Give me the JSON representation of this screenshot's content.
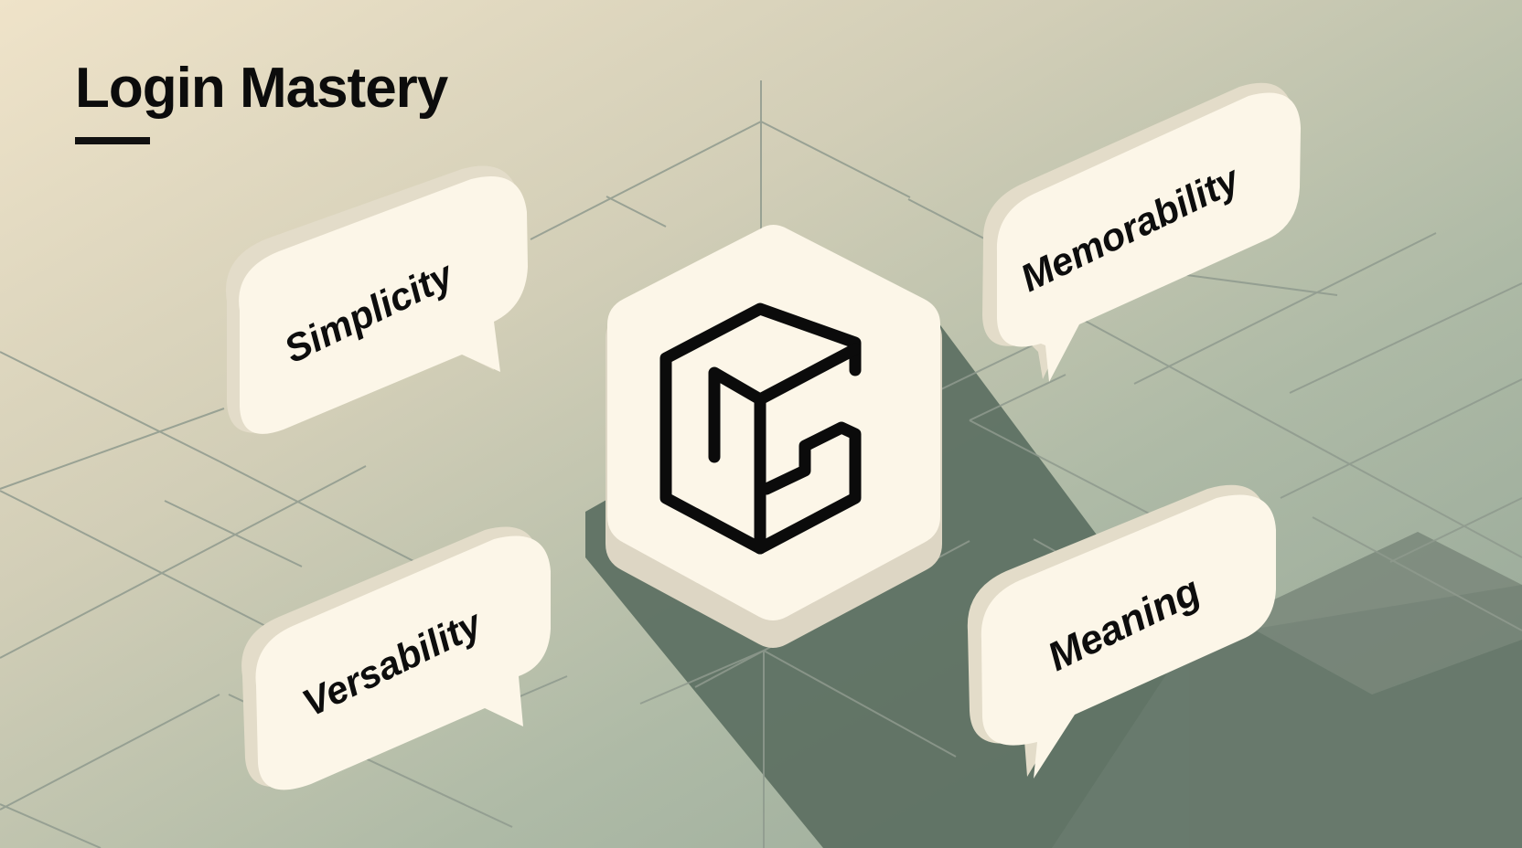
{
  "title": "Login Mastery",
  "center_logo": {
    "icon": "isometric-cube-logo-icon"
  },
  "bubbles": [
    {
      "label": "Simplicity",
      "position": "top-left"
    },
    {
      "label": "Memorability",
      "position": "top-right"
    },
    {
      "label": "Versability",
      "position": "bottom-left"
    },
    {
      "label": "Meaning",
      "position": "bottom-right"
    }
  ],
  "colors": {
    "background_top_left": "#eadfc6",
    "background_mid": "#c9c8b3",
    "background_right": "#a8b7a3",
    "shadow": "#5f7264",
    "shadow_far": "#7b897b",
    "grid_line": "#8f9a8e",
    "bubble_face": "#fcf6e8",
    "bubble_side": "#ddd6c4",
    "text": "#0d0d0d"
  }
}
